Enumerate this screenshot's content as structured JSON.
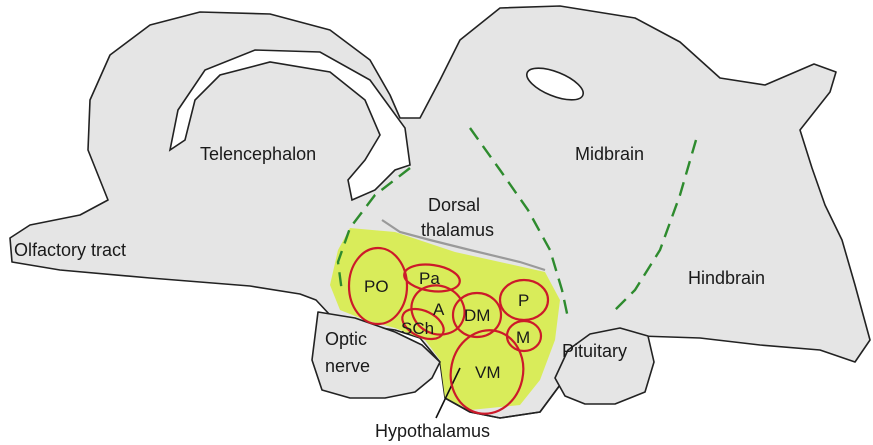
{
  "regions": {
    "telencephalon": "Telencephalon",
    "midbrain": "Midbrain",
    "dorsal_thalamus_line1": "Dorsal",
    "dorsal_thalamus_line2": "thalamus",
    "olfactory_tract": "Olfactory tract",
    "hindbrain": "Hindbrain",
    "optic_nerve_line1": "Optic",
    "optic_nerve_line2": "nerve",
    "pituitary": "Pituitary",
    "hypothalamus": "Hypothalamus"
  },
  "nuclei": {
    "po": "PO",
    "pa": "Pa",
    "a": "A",
    "sch": "SCh",
    "dm": "DM",
    "p": "P",
    "m": "M",
    "vm": "VM"
  },
  "colors": {
    "tissue": "#e5e5e5",
    "hypothalamus_fill": "#d9ec5a",
    "boundary": "#2e8b2e",
    "nucleus_outline": "#cc1a2a"
  }
}
